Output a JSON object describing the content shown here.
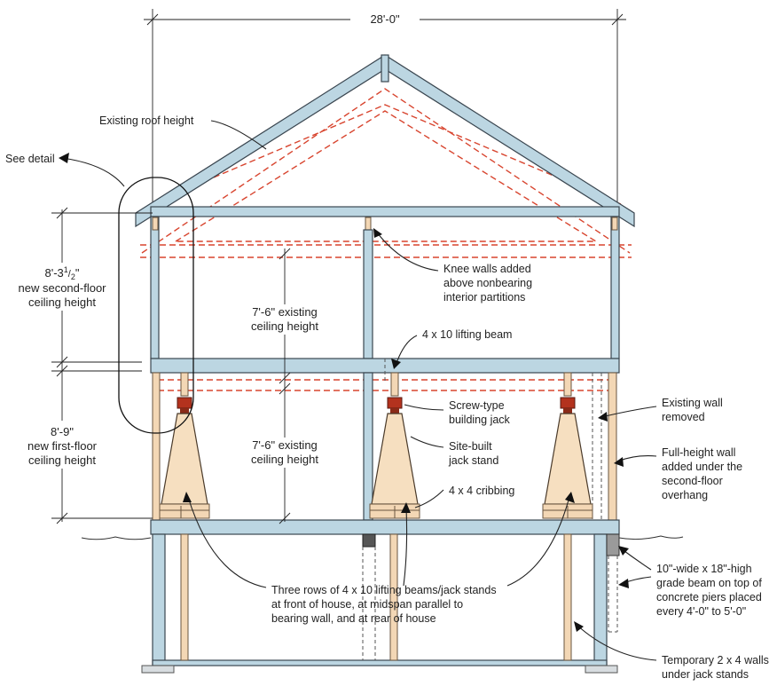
{
  "dimensions": {
    "overall_width": "28'-0\"",
    "second_floor": {
      "value": "8'-3",
      "sup": "1",
      "sub": "2",
      "tail": "\"",
      "line2": "new second-floor",
      "line3": "ceiling height"
    },
    "first_floor": {
      "line1": "8'-9\"",
      "line2": "new first-floor",
      "line3": "ceiling height"
    },
    "existing_upper": {
      "line1": "7'-6\" existing",
      "line2": "ceiling height"
    },
    "existing_lower": {
      "line1": "7'-6\" existing",
      "line2": "ceiling height"
    }
  },
  "callouts": {
    "roof_height": "Existing roof height",
    "see_detail": "See detail",
    "knee_walls": [
      "Knee walls added",
      "above nonbearing",
      "interior partitions"
    ],
    "lifting_beam": "4 x 10 lifting beam",
    "screw_jack": [
      "Screw-type",
      "building jack"
    ],
    "jack_stand": [
      "Site-built",
      "jack stand"
    ],
    "cribbing": "4 x 4 cribbing",
    "existing_wall": [
      "Existing wall",
      "removed"
    ],
    "full_height_wall": [
      "Full-height wall",
      "added under the",
      "second-floor",
      "overhang"
    ],
    "grade_beam": [
      "10\"-wide x 18\"-high",
      "grade beam on top of",
      "concrete piers placed",
      "every 4'-0\" to 5'-0\""
    ],
    "three_rows": [
      "Three rows of 4 x 10 lifting  beams/jack stands",
      "at front of house, at midspan parallel to",
      "bearing wall, and at rear of house"
    ],
    "temporary_walls": [
      "Temporary 2 x 4 walls",
      "under jack stands"
    ]
  },
  "colors": {
    "framing": "#bcd6e2",
    "lumber": "#f3d7b5",
    "jack": "#b3321e",
    "existing_dashed": "#d8452f"
  }
}
